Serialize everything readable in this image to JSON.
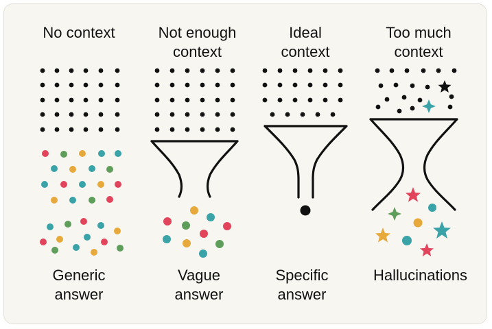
{
  "panels": [
    {
      "title": "No context",
      "caption": "Generic\nanswer"
    },
    {
      "title": "Not enough\ncontext",
      "caption": "Vague\nanswer"
    },
    {
      "title": "Ideal\ncontext",
      "caption": "Specific\nanswer"
    },
    {
      "title": "Too much\ncontext",
      "caption": "Hallucinations"
    }
  ],
  "colors": {
    "ink": "#111111",
    "red": "#e2445c",
    "green": "#5f9e5a",
    "gold": "#e8a93c",
    "teal": "#3aa3a8"
  }
}
